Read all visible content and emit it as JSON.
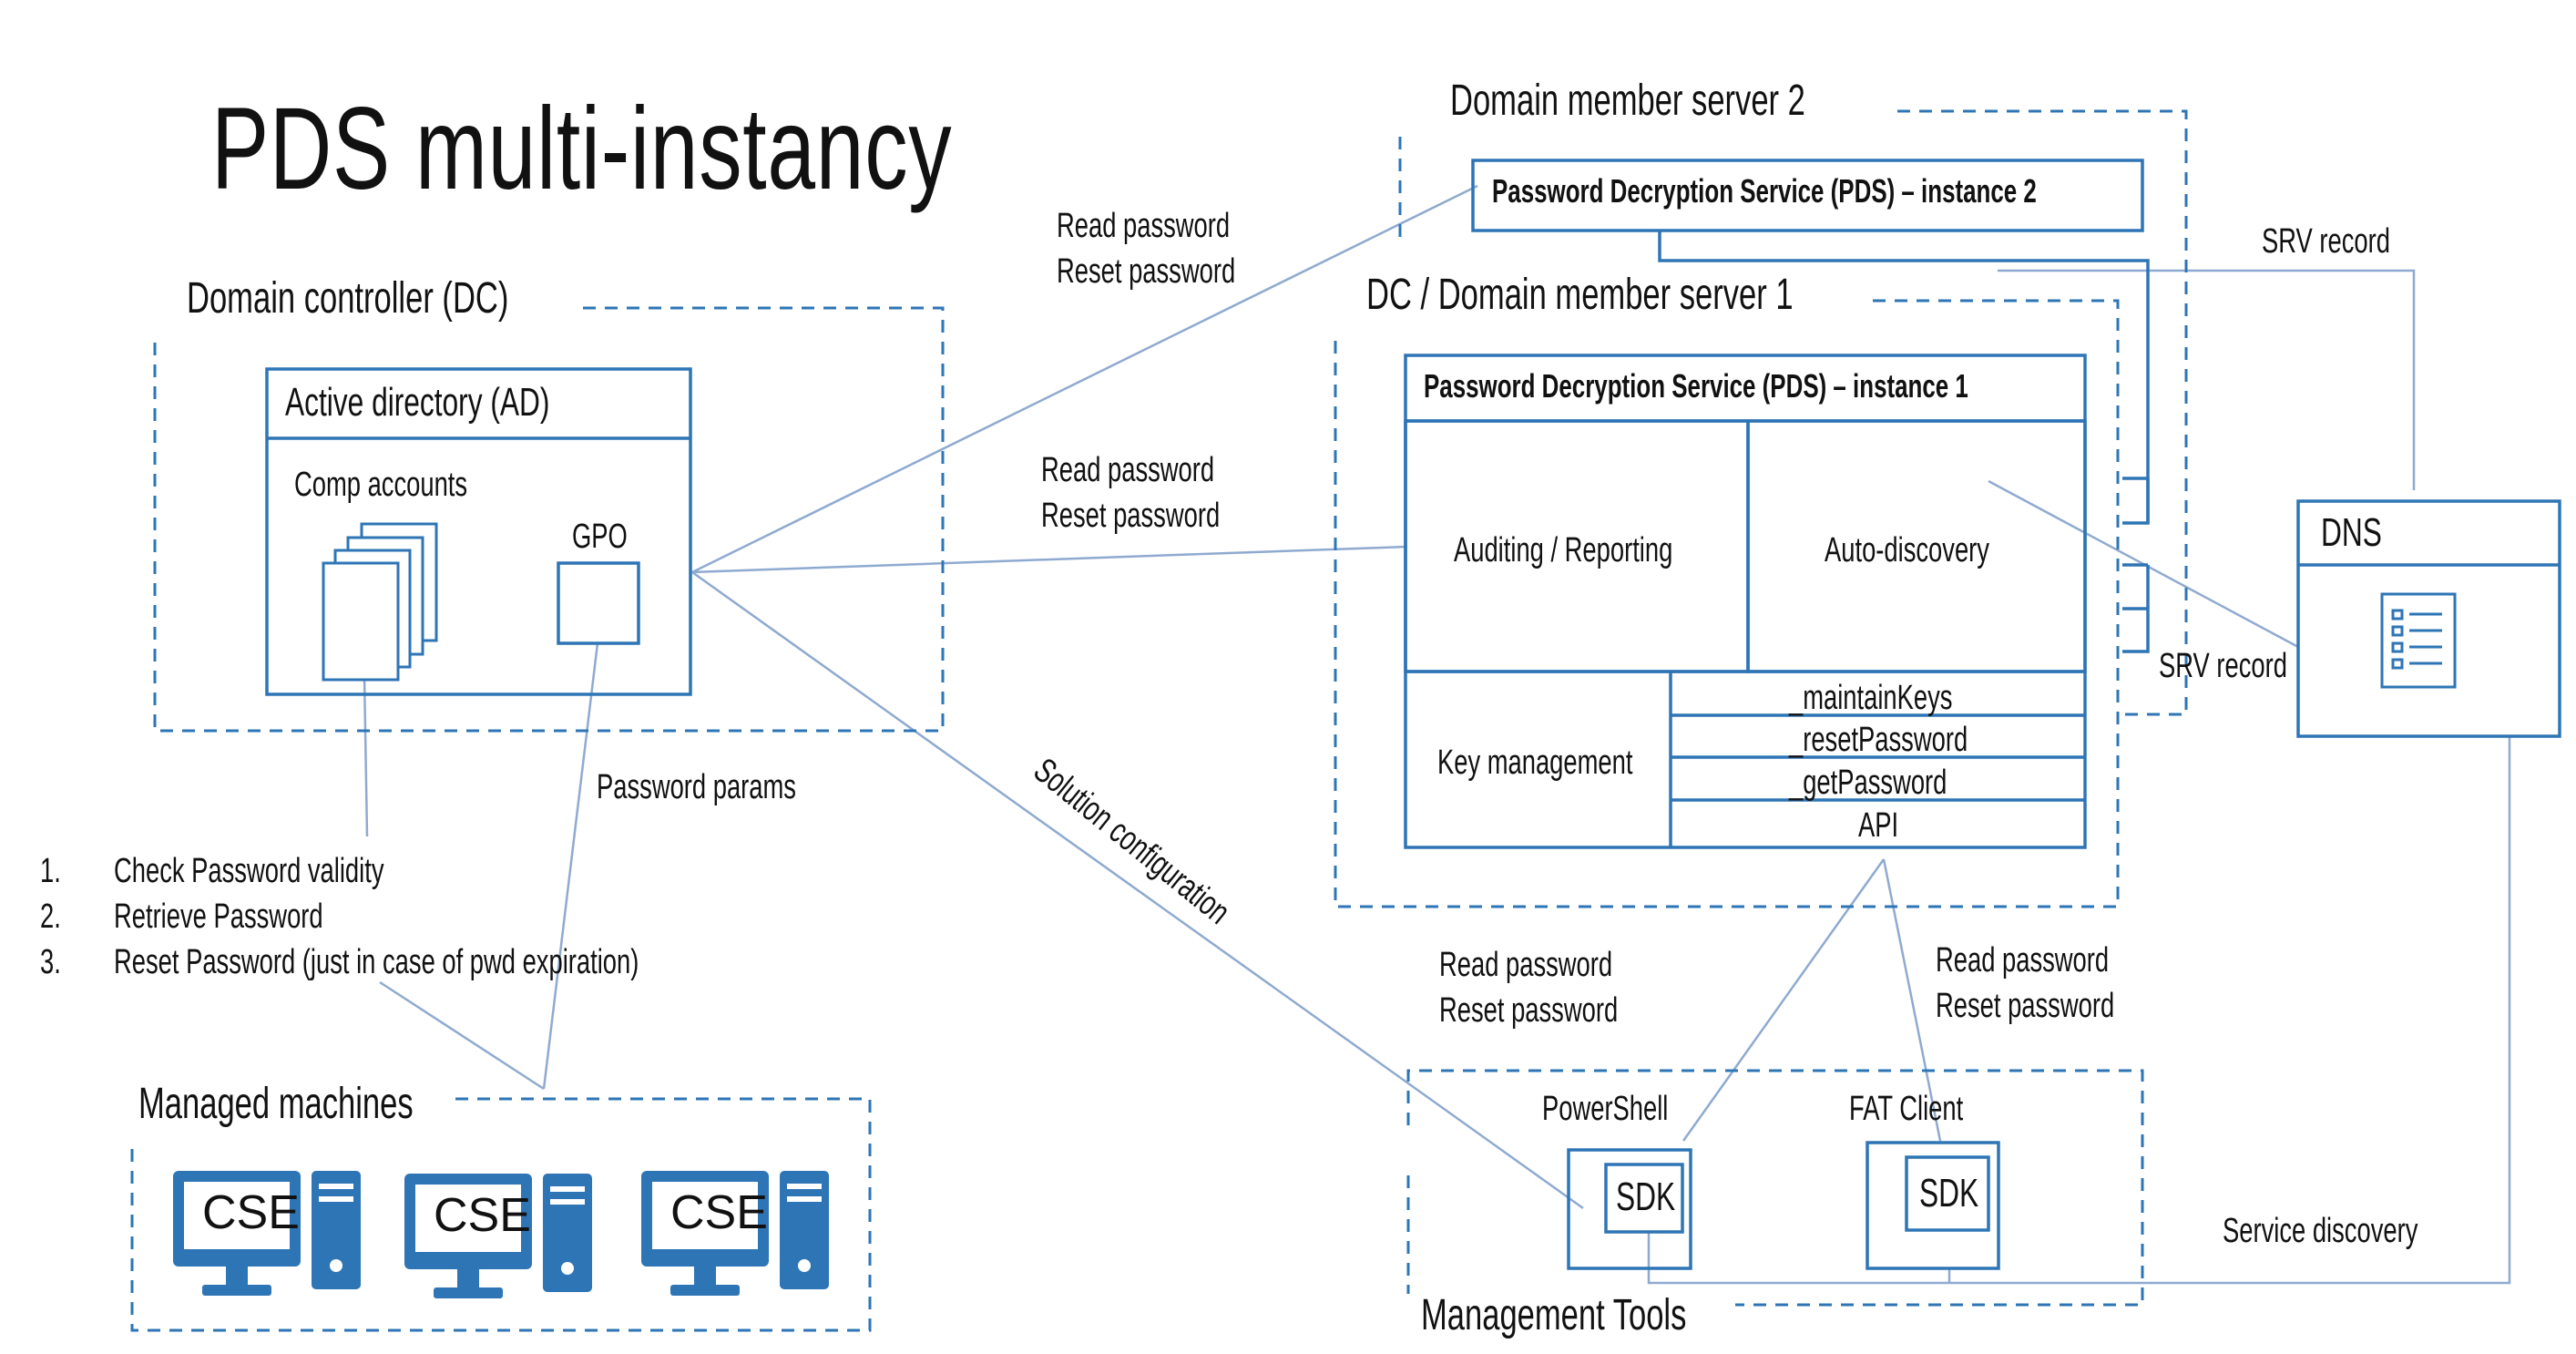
{
  "title": "PDS multi-instancy",
  "colors": {
    "box_stroke": "#2E75B6",
    "connector": "#8FAAD0",
    "icon_fill": "#2E75B6",
    "text": "#111111"
  },
  "sections": {
    "dc": "Domain controller (DC)",
    "member2": "Domain member server 2",
    "member1": "DC / Domain member server 1",
    "managed": "Managed machines",
    "tools": "Management Tools"
  },
  "ad": {
    "title": "Active directory (AD)",
    "comp_accounts": "Comp accounts",
    "gpo": "GPO"
  },
  "pds2": {
    "title": "Password Decryption Service (PDS) – instance 2"
  },
  "pds1": {
    "title": "Password Decryption Service (PDS) – instance 1",
    "auditing": "Auditing / Reporting",
    "autodiscovery": "Auto-discovery",
    "key_management": "Key management",
    "methods": [
      "_maintainKeys",
      "_resetPassword",
      "_getPassword",
      "API"
    ]
  },
  "dns": {
    "title": "DNS",
    "icon": "server-list-icon"
  },
  "connectors": {
    "read_password": "Read password",
    "reset_password": "Reset password",
    "password_params": "Password params",
    "solution_configuration": "Solution configuration",
    "srv_record": "SRV record",
    "service_discovery": "Service discovery"
  },
  "steps": [
    {
      "num": "1.",
      "text": "Check Password validity"
    },
    {
      "num": "2.",
      "text": "Retrieve Password"
    },
    {
      "num": "3.",
      "text": "Reset Password (just in case of pwd expiration)"
    }
  ],
  "machines": [
    {
      "label": "CSE",
      "icon": "computer-icon"
    },
    {
      "label": "CSE",
      "icon": "computer-icon"
    },
    {
      "label": "CSE",
      "icon": "computer-icon"
    }
  ],
  "tools": {
    "powershell": "PowerShell",
    "fat_client": "FAT Client",
    "sdk": "SDK"
  }
}
